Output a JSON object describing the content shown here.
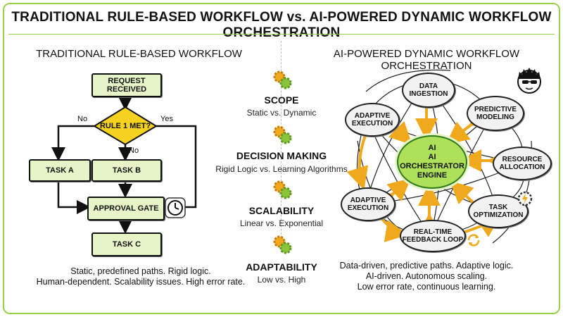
{
  "title": "TRADITIONAL RULE-BASED WORKFLOW vs. AI-POWERED DYNAMIC WORKFLOW ORCHESTRATION",
  "left": {
    "title": "TRADITIONAL RULE-BASED WORKFLOW",
    "nodes": {
      "request": "REQUEST RECEIVED",
      "rule": "RULE 1 MET?",
      "task_a": "TASK A",
      "task_b": "TASK B",
      "approval": "APPROVAL GATE",
      "task_c": "TASK C"
    },
    "edge_labels": {
      "no_left": "No",
      "yes": "Yes",
      "no_down": "No"
    },
    "description": [
      "Static, predefined paths. Rigid logic.",
      "Human-dependent. Scalability issues. High error rate."
    ]
  },
  "comparison": [
    {
      "title": "SCOPE",
      "subtitle": "Static vs. Dynamic"
    },
    {
      "title": "DECISION MAKING",
      "subtitle": "Rigid Logic vs. Learning Algorithms"
    },
    {
      "title": "SCALABILITY",
      "subtitle": "Linear vs. Exponential"
    },
    {
      "title": "ADAPTABILITY",
      "subtitle": "Low vs. High"
    }
  ],
  "right": {
    "title": "AI-POWERED DYNAMIC WORKFLOW ORCHESTRATION",
    "core": {
      "line1": "AI",
      "line2": "AI ORCHESTRATOR",
      "line3": "ENGINE"
    },
    "nodes": {
      "ingestion": "DATA INGESTION",
      "predictive": "PREDICTIVE MODELING",
      "resource": "RESOURCE ALLOCATION",
      "task_opt": "TASK OPTIMIZATION",
      "feedback": "REAL-TIME FEEDBACK LOOP",
      "adaptive_bottom": "ADAPTIVE EXECUTION",
      "adaptive_top": "ADAPTIVE EXECUTION"
    },
    "description": [
      "Data-driven, predictive paths. Adaptive logic.",
      "AI-driven. Autonomous scaling.",
      "Low error rate, continuous learning."
    ]
  },
  "colors": {
    "accent": "#9bd14a",
    "box_fill": "#e6f5c8",
    "decision": "#f5d21f",
    "arrow": "#f0a81c",
    "core": "#aee05a"
  },
  "icons": [
    "clock-icon",
    "gear-icon",
    "lightning-icon",
    "refresh-icon",
    "avatar-icon"
  ]
}
